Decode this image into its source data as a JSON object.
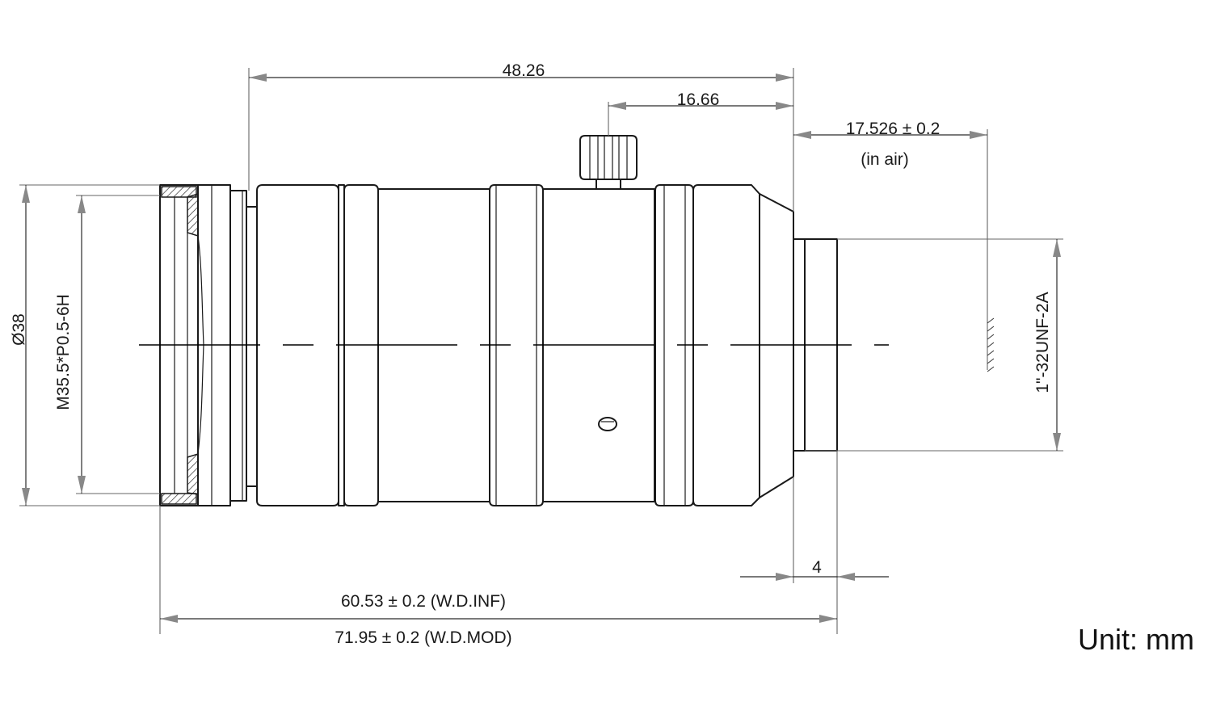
{
  "dimensions": {
    "flange_to_front": "48.26",
    "screw_offset": "16.66",
    "back_focal": "17.526 ± 0.2",
    "back_focal_note": "(in air)",
    "outer_diameter": "Ø38",
    "filter_thread": "M35.5*P0.5-6H",
    "mount_thread": "1\"-32UNF-2A",
    "mount_length": "4",
    "total_length_inf": "60.53 ± 0.2 (W.D.INF)",
    "total_length_mod": "71.95 ± 0.2 (W.D.MOD)"
  },
  "unit_label": "Unit: mm"
}
